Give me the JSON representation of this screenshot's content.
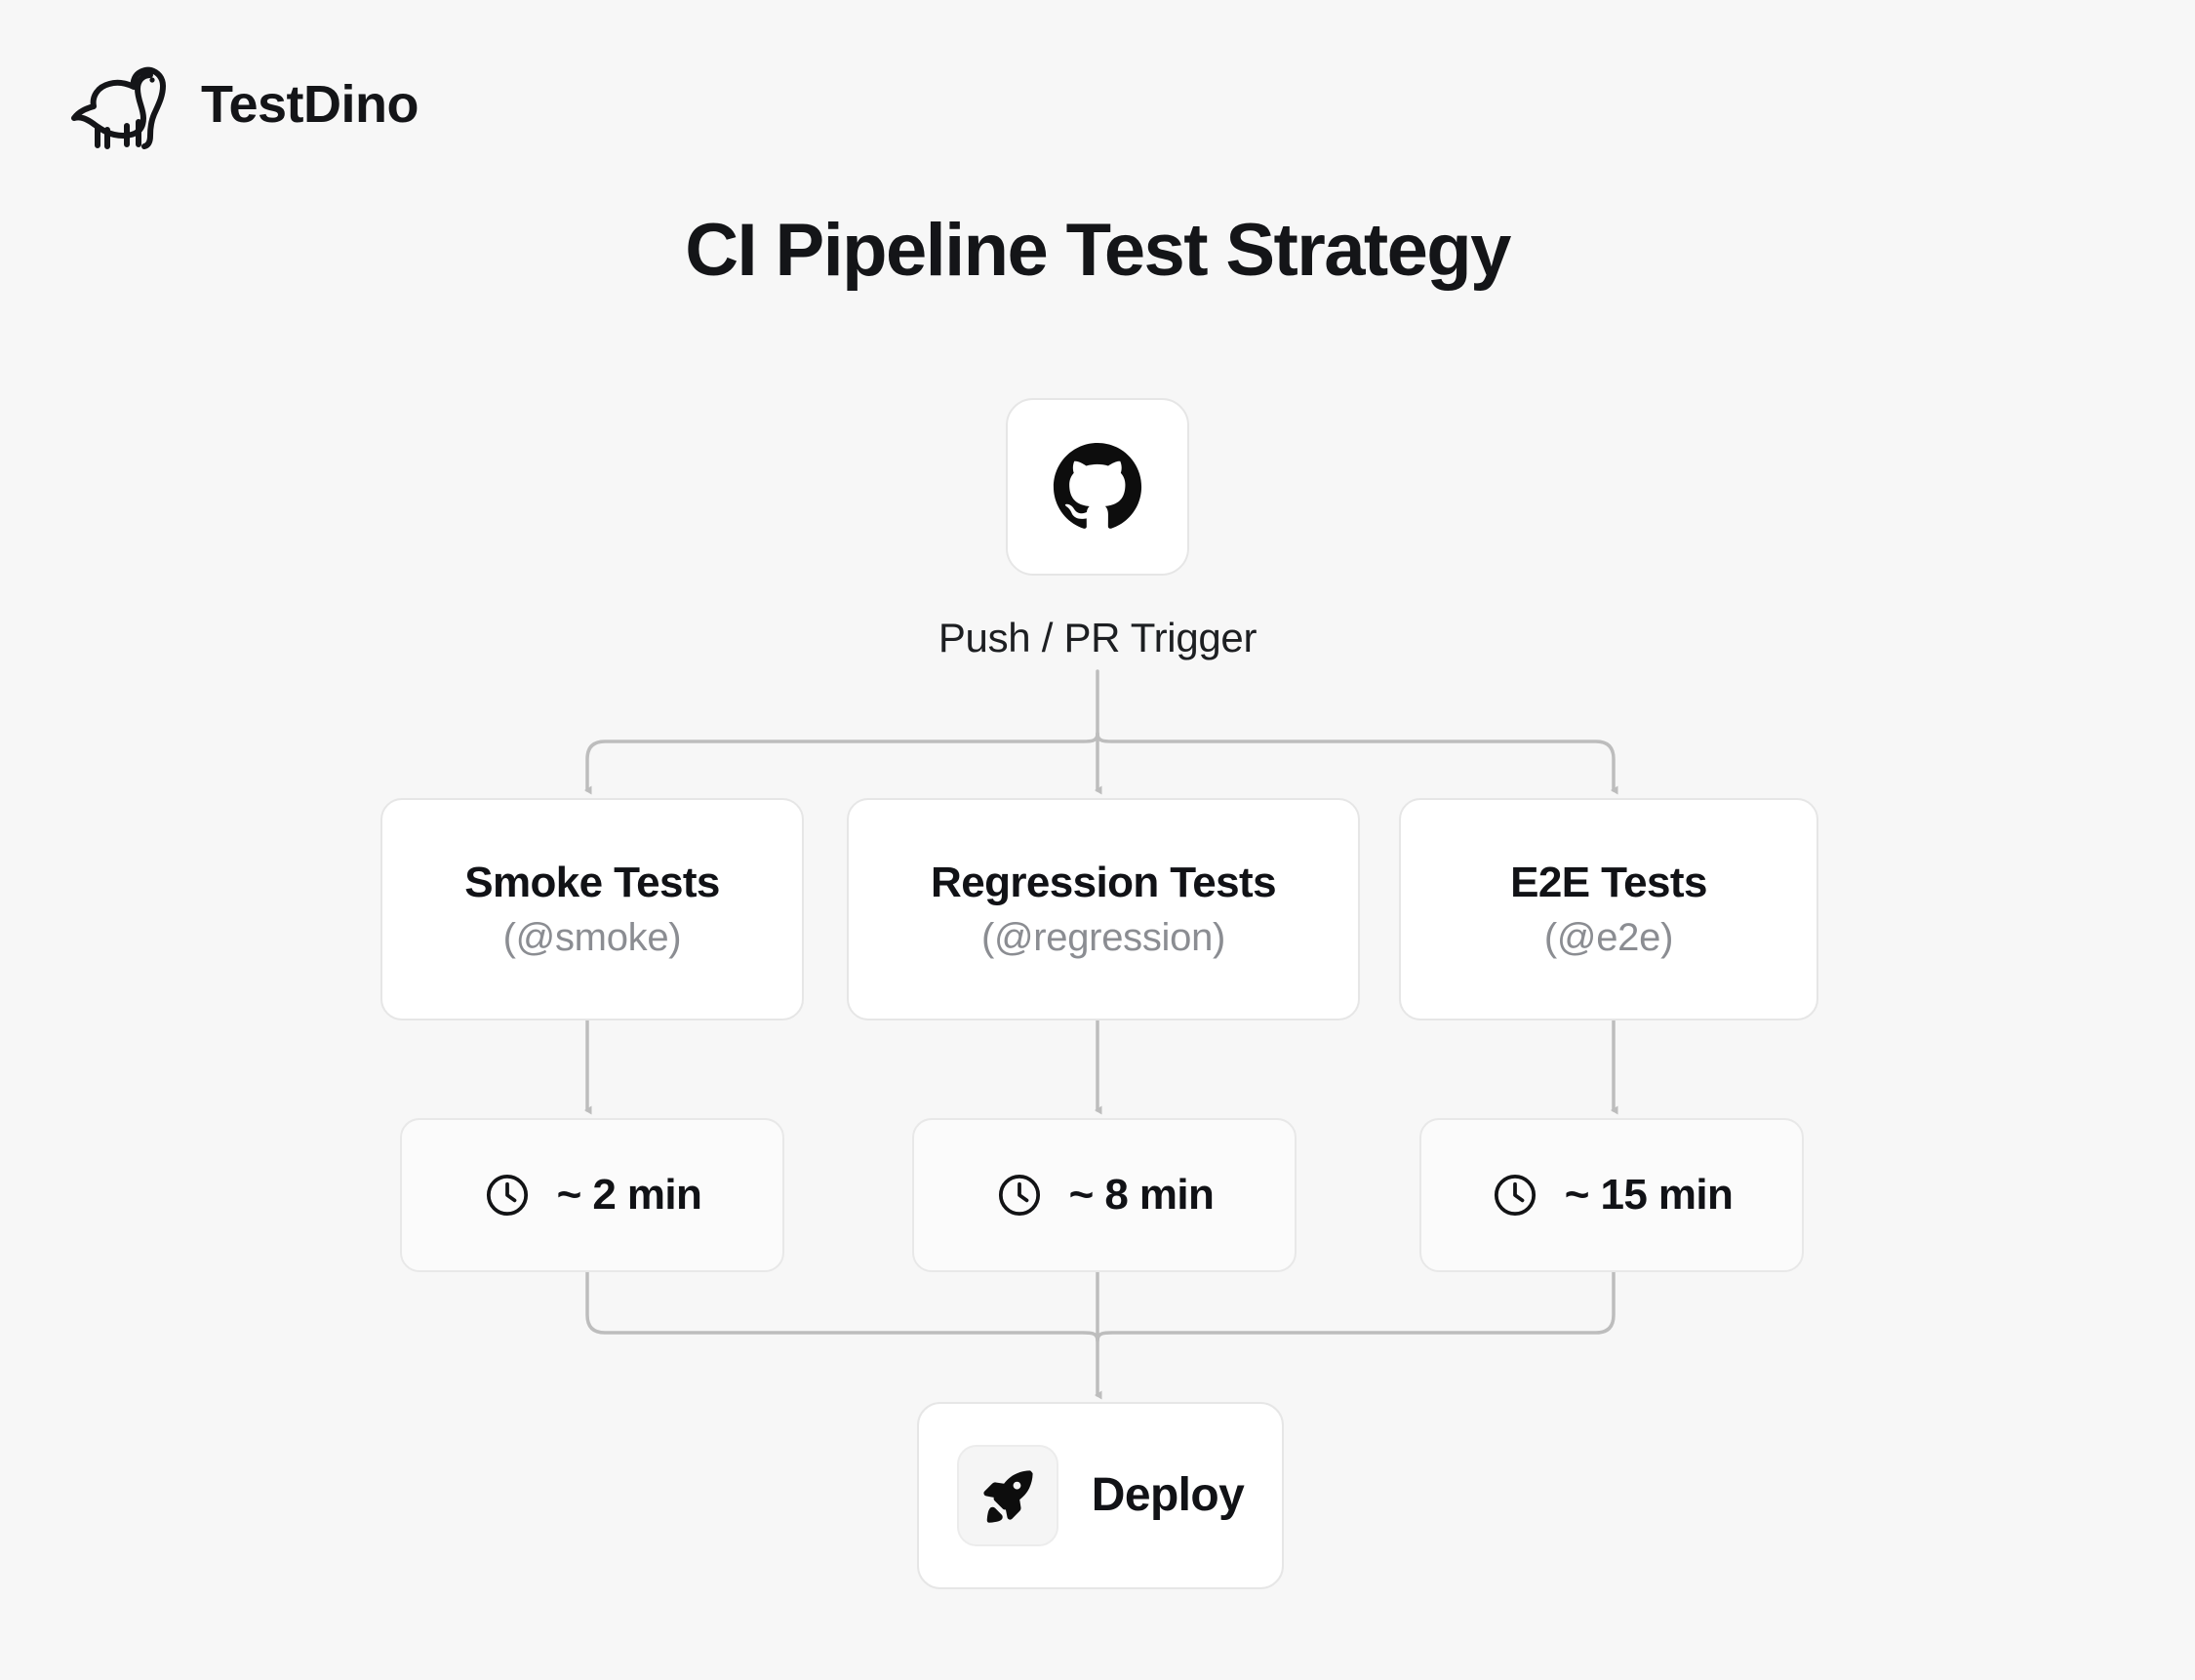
{
  "brand": {
    "name": "TestDino",
    "logo_icon": "dinosaur-icon"
  },
  "page": {
    "title": "CI Pipeline Test Strategy"
  },
  "flow": {
    "source": {
      "icon": "github-icon",
      "label": "Push / PR Trigger"
    },
    "suites": [
      {
        "title": "Smoke Tests",
        "tag": "(@smoke)",
        "duration": "~ 2 min",
        "duration_icon": "clock-icon"
      },
      {
        "title": "Regression Tests",
        "tag": "(@regression)",
        "duration": "~ 8 min",
        "duration_icon": "clock-icon"
      },
      {
        "title": "E2E Tests",
        "tag": "(@e2e)",
        "duration": "~ 15 min",
        "duration_icon": "clock-icon"
      }
    ],
    "deploy": {
      "label": "Deploy",
      "icon": "rocket-icon"
    }
  },
  "colors": {
    "background": "#f7f7f7",
    "card_background": "#ffffff",
    "card_border": "#e6e6e6",
    "connector": "#bdbdbd",
    "text_primary": "#141518",
    "text_muted": "#8b8d92"
  }
}
